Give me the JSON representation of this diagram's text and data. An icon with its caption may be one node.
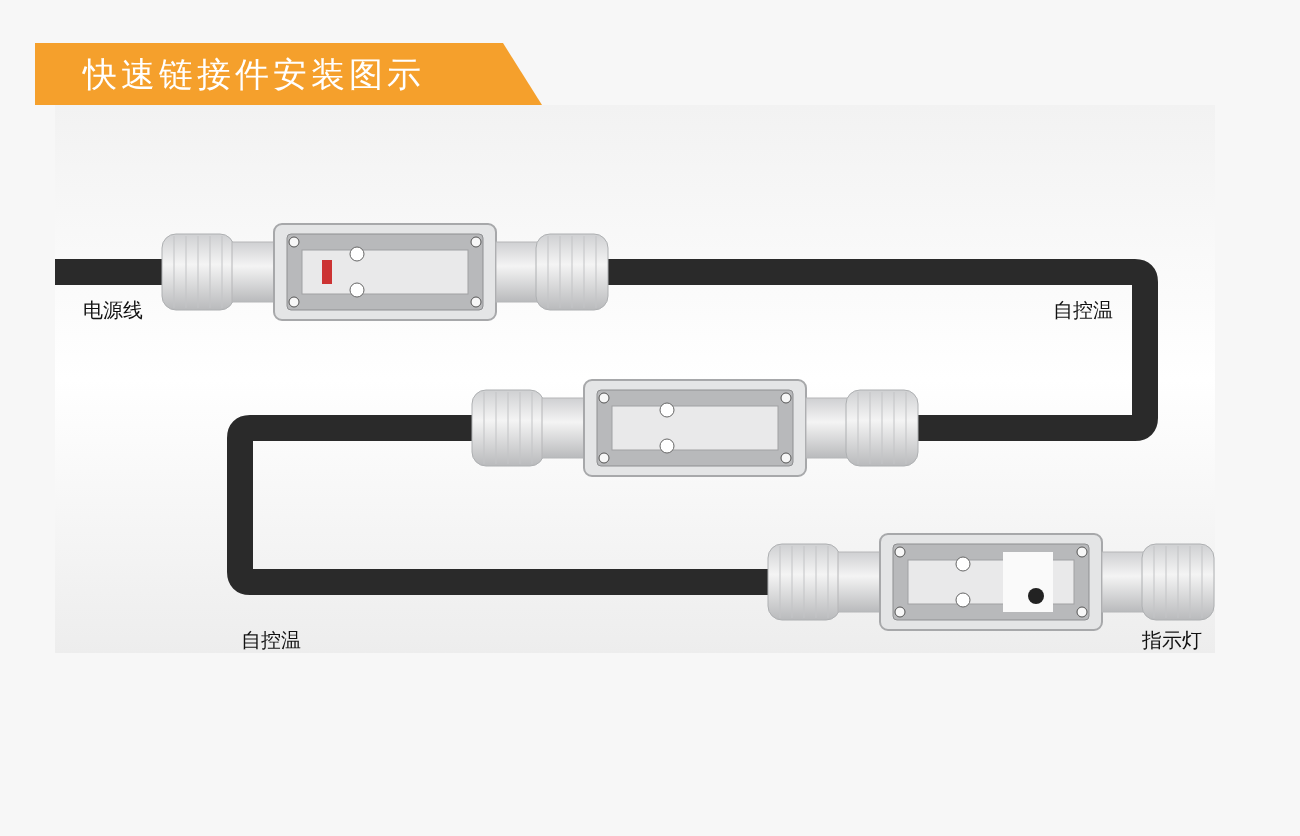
{
  "diagram": {
    "title": "快速链接件安装图示",
    "labels": [
      "电源线",
      "自控温",
      "自控温",
      "指示灯"
    ]
  }
}
